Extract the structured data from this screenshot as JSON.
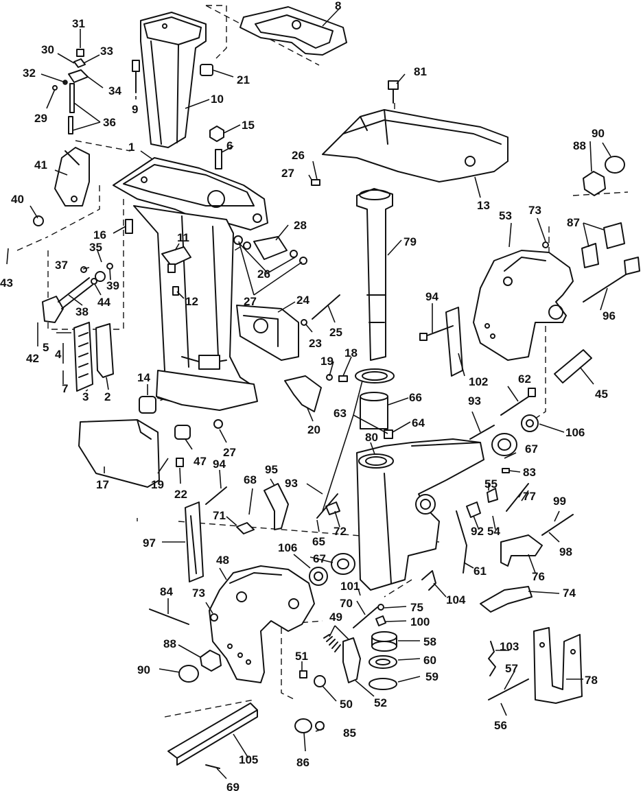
{
  "callouts": [
    {
      "id": "c1",
      "text": "1"
    },
    {
      "id": "c2",
      "text": "2"
    },
    {
      "id": "c3",
      "text": "3"
    },
    {
      "id": "c4",
      "text": "4"
    },
    {
      "id": "c5",
      "text": "5"
    },
    {
      "id": "c6",
      "text": "6"
    },
    {
      "id": "c7",
      "text": "7"
    },
    {
      "id": "c8",
      "text": "8"
    },
    {
      "id": "c9",
      "text": "9"
    },
    {
      "id": "c10",
      "text": "10"
    },
    {
      "id": "c11",
      "text": "11"
    },
    {
      "id": "c12",
      "text": "12"
    },
    {
      "id": "c13",
      "text": "13"
    },
    {
      "id": "c14",
      "text": "14"
    },
    {
      "id": "c15",
      "text": "15"
    },
    {
      "id": "c16",
      "text": "16"
    },
    {
      "id": "c17",
      "text": "17"
    },
    {
      "id": "c18",
      "text": "18"
    },
    {
      "id": "c19a",
      "text": "19"
    },
    {
      "id": "c19b",
      "text": "19"
    },
    {
      "id": "c20",
      "text": "20"
    },
    {
      "id": "c21",
      "text": "21"
    },
    {
      "id": "c22",
      "text": "22"
    },
    {
      "id": "c23",
      "text": "23"
    },
    {
      "id": "c24",
      "text": "24"
    },
    {
      "id": "c25",
      "text": "25"
    },
    {
      "id": "c26a",
      "text": "26"
    },
    {
      "id": "c26b",
      "text": "26"
    },
    {
      "id": "c27a",
      "text": "27"
    },
    {
      "id": "c27b",
      "text": "27"
    },
    {
      "id": "c27c",
      "text": "27"
    },
    {
      "id": "c28",
      "text": "28"
    },
    {
      "id": "c29",
      "text": "29"
    },
    {
      "id": "c30",
      "text": "30"
    },
    {
      "id": "c31",
      "text": "31"
    },
    {
      "id": "c32",
      "text": "32"
    },
    {
      "id": "c33",
      "text": "33"
    },
    {
      "id": "c34",
      "text": "34"
    },
    {
      "id": "c35",
      "text": "35"
    },
    {
      "id": "c36",
      "text": "36"
    },
    {
      "id": "c37",
      "text": "37"
    },
    {
      "id": "c38",
      "text": "38"
    },
    {
      "id": "c39",
      "text": "39"
    },
    {
      "id": "c40",
      "text": "40"
    },
    {
      "id": "c41",
      "text": "41"
    },
    {
      "id": "c42",
      "text": "42"
    },
    {
      "id": "c43",
      "text": "43"
    },
    {
      "id": "c44",
      "text": "44"
    },
    {
      "id": "c45",
      "text": "45"
    },
    {
      "id": "c47",
      "text": "47"
    },
    {
      "id": "c48",
      "text": "48"
    },
    {
      "id": "c49",
      "text": "49"
    },
    {
      "id": "c50",
      "text": "50"
    },
    {
      "id": "c51",
      "text": "51"
    },
    {
      "id": "c52",
      "text": "52"
    },
    {
      "id": "c53",
      "text": "53"
    },
    {
      "id": "c54",
      "text": "54"
    },
    {
      "id": "c55",
      "text": "55"
    },
    {
      "id": "c56",
      "text": "56"
    },
    {
      "id": "c57",
      "text": "57"
    },
    {
      "id": "c58",
      "text": "58"
    },
    {
      "id": "c59",
      "text": "59"
    },
    {
      "id": "c60",
      "text": "60"
    },
    {
      "id": "c61",
      "text": "61"
    },
    {
      "id": "c62",
      "text": "62"
    },
    {
      "id": "c63",
      "text": "63"
    },
    {
      "id": "c64",
      "text": "64"
    },
    {
      "id": "c65",
      "text": "65"
    },
    {
      "id": "c66",
      "text": "66"
    },
    {
      "id": "c67a",
      "text": "67"
    },
    {
      "id": "c67b",
      "text": "67"
    },
    {
      "id": "c68",
      "text": "68"
    },
    {
      "id": "c69",
      "text": "69"
    },
    {
      "id": "c70",
      "text": "70"
    },
    {
      "id": "c71",
      "text": "71"
    },
    {
      "id": "c72",
      "text": "72"
    },
    {
      "id": "c73a",
      "text": "73"
    },
    {
      "id": "c73b",
      "text": "73"
    },
    {
      "id": "c74",
      "text": "74"
    },
    {
      "id": "c75",
      "text": "75"
    },
    {
      "id": "c76",
      "text": "76"
    },
    {
      "id": "c77",
      "text": "77"
    },
    {
      "id": "c78",
      "text": "78"
    },
    {
      "id": "c79",
      "text": "79"
    },
    {
      "id": "c80",
      "text": "80"
    },
    {
      "id": "c81",
      "text": "81"
    },
    {
      "id": "c83",
      "text": "83"
    },
    {
      "id": "c84",
      "text": "84"
    },
    {
      "id": "c85",
      "text": "85"
    },
    {
      "id": "c86",
      "text": "86"
    },
    {
      "id": "c87",
      "text": "87"
    },
    {
      "id": "c88a",
      "text": "88"
    },
    {
      "id": "c88b",
      "text": "88"
    },
    {
      "id": "c90a",
      "text": "90"
    },
    {
      "id": "c90b",
      "text": "90"
    },
    {
      "id": "c92",
      "text": "92"
    },
    {
      "id": "c93a",
      "text": "93"
    },
    {
      "id": "c93b",
      "text": "93"
    },
    {
      "id": "c94a",
      "text": "94"
    },
    {
      "id": "c94b",
      "text": "94"
    },
    {
      "id": "c95",
      "text": "95"
    },
    {
      "id": "c96",
      "text": "96"
    },
    {
      "id": "c97",
      "text": "97"
    },
    {
      "id": "c98",
      "text": "98"
    },
    {
      "id": "c99",
      "text": "99"
    },
    {
      "id": "c100",
      "text": "100"
    },
    {
      "id": "c101",
      "text": "101"
    },
    {
      "id": "c102",
      "text": "102"
    },
    {
      "id": "c103",
      "text": "103"
    },
    {
      "id": "c104",
      "text": "104"
    },
    {
      "id": "c105",
      "text": "105"
    },
    {
      "id": "c106a",
      "text": "106"
    },
    {
      "id": "c106b",
      "text": "106"
    }
  ]
}
